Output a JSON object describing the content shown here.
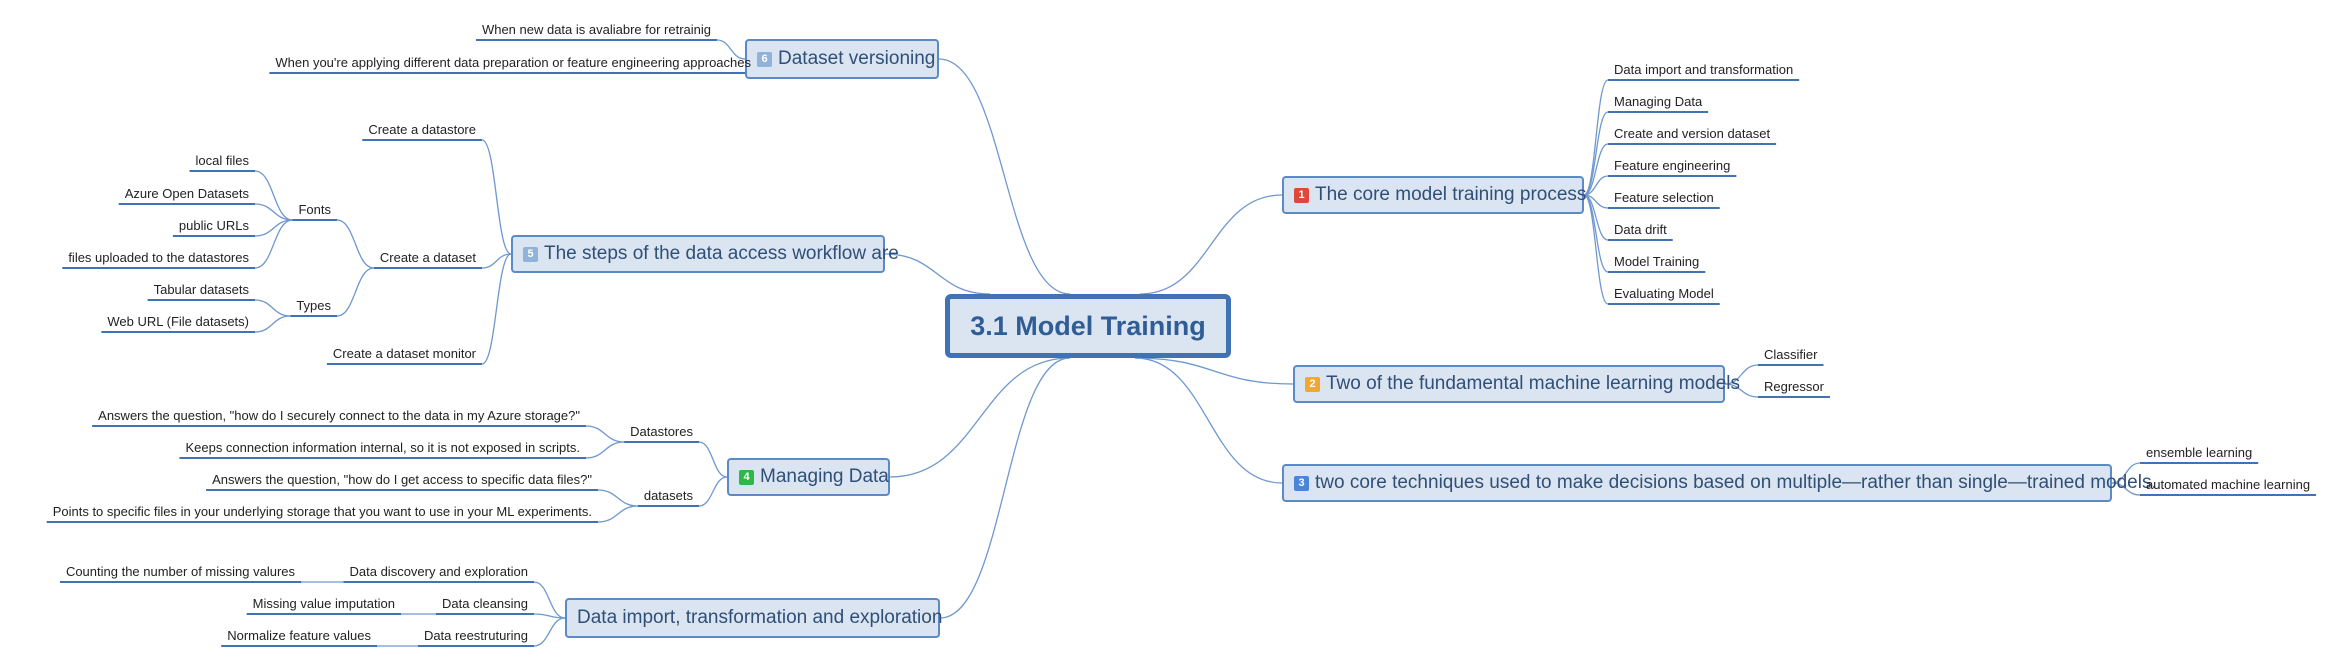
{
  "root": {
    "label": "3.1 Model Training"
  },
  "colors": {
    "line": "#6f98cf",
    "underline": "#3f73b4",
    "root_border": "#3f73b4"
  },
  "topics": {
    "core_process": {
      "marker": "1",
      "marker_color": "#e0463b",
      "label": "The core model training process",
      "children": [
        "Data import and transformation",
        "Managing Data",
        "Create and version dataset",
        "Feature engineering",
        "Feature selection",
        "Data drift",
        "Model Training",
        "Evaluating Model"
      ]
    },
    "fundamental_models": {
      "marker": "2",
      "marker_color": "#f0a830",
      "label": "Two of the fundamental machine learning models",
      "children": [
        "Classifier",
        "Regressor"
      ]
    },
    "core_techniques": {
      "marker": "3",
      "marker_color": "#4a86d8",
      "label": "two core techniques used to make decisions based on multiple—rather than single—trained models.",
      "children": [
        "ensemble learning",
        "automated machine learning"
      ]
    },
    "managing_data": {
      "marker": "4",
      "marker_color": "#2fb84a",
      "label": "Managing Data",
      "datastores": {
        "label": "Datastores",
        "children": [
          "Answers the question, \"how do I securely connect to the data in my Azure storage?\"",
          "Keeps connection information internal, so it is not exposed in scripts."
        ]
      },
      "datasets": {
        "label": "datasets",
        "children": [
          "Answers the question, \"how do I get access to specific data files?\"",
          "Points to specific files in your underlying storage that you want to use in your ML experiments."
        ]
      }
    },
    "data_access": {
      "marker": "5",
      "marker_color": "#8fb3d9",
      "label": "The steps of the data access workflow are",
      "create_datastore": "Create a datastore",
      "create_dataset": "Create a dataset",
      "create_monitor": "Create a dataset monitor",
      "fonts": {
        "label": "Fonts",
        "children": [
          "local files",
          "Azure Open Datasets",
          "public URLs",
          "files uploaded to the datastores"
        ]
      },
      "types": {
        "label": "Types",
        "children": [
          "Tabular datasets",
          "Web URL (File datasets)"
        ]
      }
    },
    "dataset_versioning": {
      "marker": "6",
      "marker_color": "#8fb3d9",
      "label": "Dataset versioning",
      "children": [
        "When new data is avaliabre for retrainig",
        "When you're applying different data preparation or feature engineering approaches"
      ]
    },
    "data_import": {
      "label": "Data import, transformation and exploration",
      "discovery": {
        "label": "Data discovery and exploration",
        "detail": "Counting the number of missing valures"
      },
      "cleansing": {
        "label": "Data cleansing",
        "detail": "Missing value imputation"
      },
      "restructuring": {
        "label": "Data reestruturing",
        "detail": "Normalize feature values"
      }
    }
  }
}
